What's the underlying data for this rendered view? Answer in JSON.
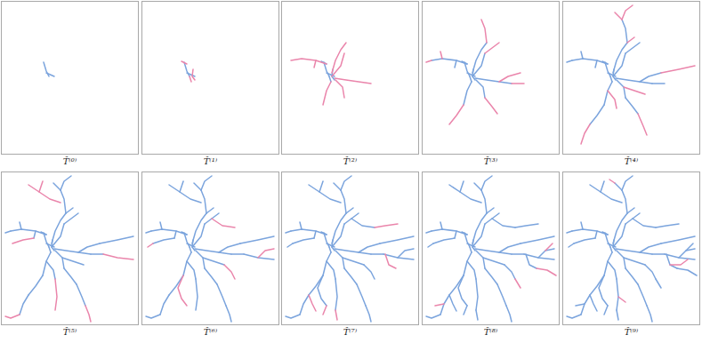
{
  "diagram": {
    "nodes": [
      {
        "text": [
          "T̂⁽⁰⁾"
        ]
      },
      {
        "text": [
          "T̂⁽¹⁾"
        ]
      },
      {
        "text": [
          "T̂⁽²⁾"
        ]
      },
      {
        "text": [
          "T̂⁽³⁾"
        ]
      },
      {
        "text": [
          "T̂⁽⁴⁾"
        ]
      },
      {
        "text": [
          "T̂⁽⁵⁾"
        ]
      },
      {
        "text": [
          "T̂⁽⁶⁾"
        ]
      },
      {
        "text": [
          "T̂⁽⁷⁾"
        ]
      },
      {
        "text": [
          "T̂⁽⁸⁾"
        ]
      },
      {
        "text": [
          "T̂⁽⁹⁾"
        ]
      }
    ]
  }
}
